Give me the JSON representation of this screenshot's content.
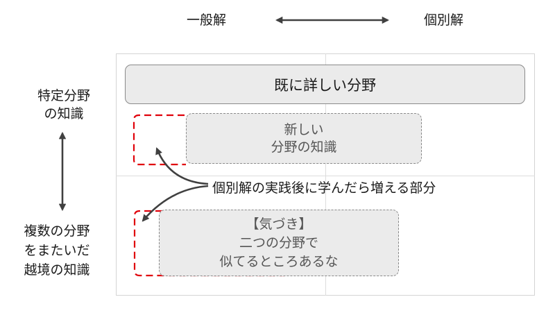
{
  "top_axis": {
    "left_label": "一般解",
    "right_label": "個別解"
  },
  "left_axis": {
    "top_label": [
      "特定分野",
      "の知識"
    ],
    "bottom_label": [
      "複数の分野",
      "をまたいだ",
      "越境の知識"
    ]
  },
  "boxes": {
    "known_field": "既に詳しい分野",
    "new_field": [
      "新しい",
      "分野の知識"
    ],
    "notice": [
      "【気づき】",
      "二つの分野で",
      "似てるところあるな"
    ]
  },
  "annotation": "個別解の実践後に学んだら増える部分",
  "colors": {
    "arrow": "#404040",
    "dashed_red": "#e0000a",
    "box_fill": "#ebebeb",
    "box_border": "#8a8a8a",
    "grid": "#d4d4d4"
  }
}
